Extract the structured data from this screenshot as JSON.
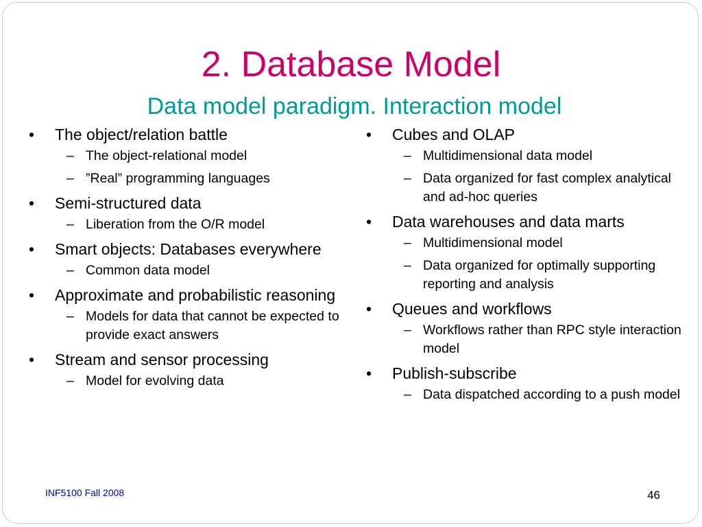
{
  "title": "2. Database Model",
  "subtitle": "Data model paradigm. Interaction model",
  "left_column": [
    {
      "text": "The object/relation battle",
      "subs": [
        "The object-relational model",
        "”Real” programming languages"
      ]
    },
    {
      "text": "Semi-structured data",
      "subs": [
        "Liberation from the O/R model"
      ]
    },
    {
      "text": "Smart objects: Databases everywhere",
      "subs": [
        "Common data model"
      ]
    },
    {
      "text": "Approximate and probabilistic reasoning",
      "subs": [
        "Models for data that cannot be expected to provide exact answers"
      ]
    },
    {
      "text": "Stream and sensor processing",
      "subs": [
        "Model for evolving data"
      ]
    }
  ],
  "right_column": [
    {
      "text": "Cubes and OLAP",
      "subs": [
        "Multidimensional data model",
        "Data organized for fast complex analytical and ad-hoc queries"
      ]
    },
    {
      "text": "Data warehouses and data marts",
      "subs": [
        "Multidimensional model",
        "Data organized for optimally supporting reporting and analysis"
      ]
    },
    {
      "text": "Queues and workflows",
      "subs": [
        "Workflows rather than RPC style interaction model"
      ]
    },
    {
      "text": "Publish-subscribe",
      "subs": [
        "Data dispatched according to a push model"
      ]
    }
  ],
  "footer": {
    "left": "INF5100 Fall 2008",
    "page_number": "46"
  },
  "colors": {
    "title": "#cc0066",
    "subtitle": "#009999",
    "footer_left": "#000099"
  }
}
